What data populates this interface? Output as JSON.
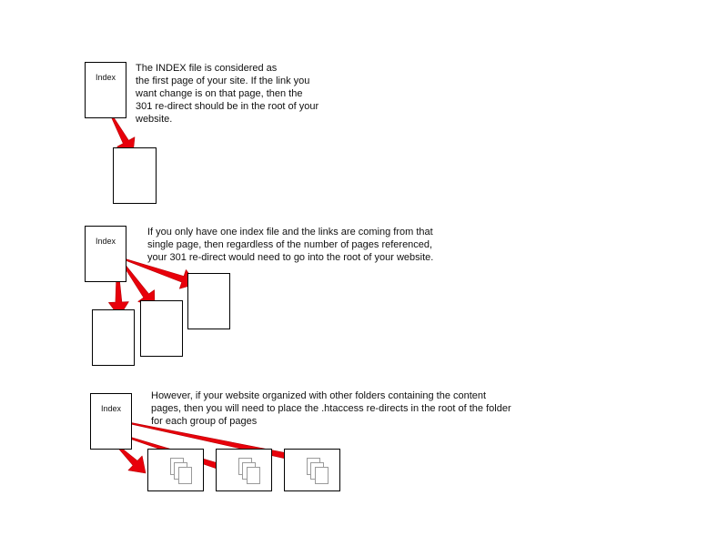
{
  "sections": [
    {
      "index_label": "Index",
      "caption": "The INDEX file is considered as\nthe first page of your site.  If the link you\nwant change is on that page, then the\n301 re-direct should be in the root of your\nwebsite."
    },
    {
      "index_label": "Index",
      "caption": "If you only have one index file and the links are coming from that\nsingle page, then regardless of the number of pages referenced,\nyour 301 re-direct would need to go into the root of your website."
    },
    {
      "index_label": "Index",
      "caption": "However, if your website organized with other folders containing the content\npages, then you will need to place the .htaccess re-directs in the root of the folder\nfor each group of pages"
    }
  ],
  "colors": {
    "arrow": "#e8000b",
    "border": "#000000",
    "mini_page_border": "#9a9a9a"
  }
}
